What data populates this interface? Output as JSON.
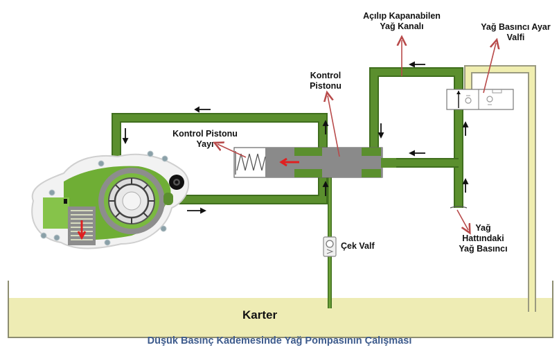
{
  "diagram": {
    "title": "Düşük Basınç Kademesinde Yağ Pompasının Çalışması",
    "labels": {
      "open_close_channel": [
        "Açılıp Kapanabilen",
        "Yağ Kanalı"
      ],
      "pressure_regulator_valve": [
        "Yağ Basıncı Ayar",
        "Valfi"
      ],
      "control_piston": [
        "Kontrol",
        "Pistonu"
      ],
      "control_piston_spring": [
        "Kontrol Pistonu",
        "Yayı"
      ],
      "check_valve": "Çek Valf",
      "line_oil_pressure": [
        "Yağ",
        "Hattındaki",
        "Yağ Basıncı"
      ],
      "sump": "Karter"
    },
    "colors": {
      "oil_pressurized": "#5b8f2e",
      "oil_pressurized_dark": "#3f6e1d",
      "oil_return": "#f0eeb0",
      "sump_fill": "#eeecb4",
      "piston_gray": "#8a8a8a",
      "pointer_red": "#b84a4a",
      "flow_arrow_red": "#e02020",
      "caption_blue": "#3d5b8c"
    }
  }
}
